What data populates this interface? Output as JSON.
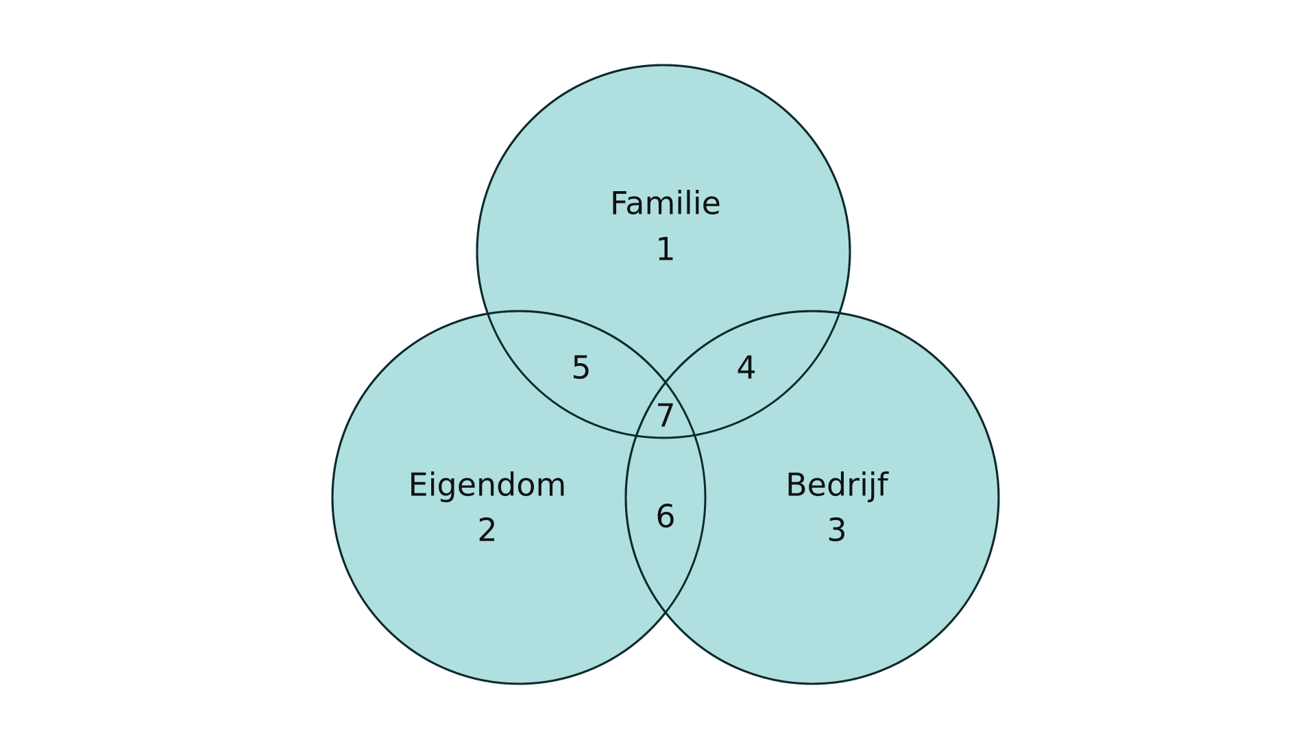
{
  "colors": {
    "fill": "#afe0df",
    "stroke": "#0e2a2e",
    "text": "#111111",
    "background": "#ffffff"
  },
  "sets": {
    "familie": {
      "name": "Familie",
      "number": "1"
    },
    "eigendom": {
      "name": "Eigendom",
      "number": "2"
    },
    "bedrijf": {
      "name": "Bedrijf",
      "number": "3"
    }
  },
  "intersections": {
    "familie_bedrijf": "4",
    "familie_eigendom": "5",
    "eigendom_bedrijf": "6",
    "all_three": "7"
  }
}
